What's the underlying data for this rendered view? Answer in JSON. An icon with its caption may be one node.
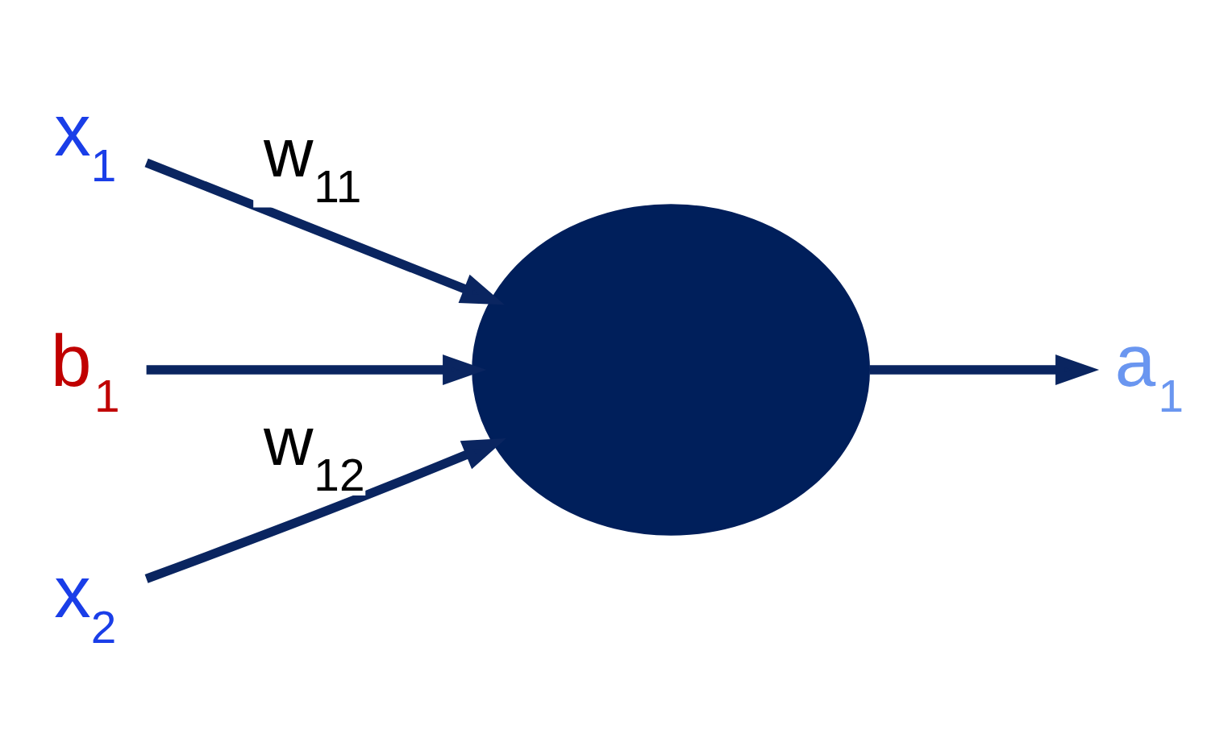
{
  "diagram": {
    "nodes": [
      {
        "text": [
          "x$_{1}$"
        ]
      },
      {
        "text": [
          "b$_{1}$"
        ]
      },
      {
        "text": [],
        "shape": "circle"
      },
      {
        "text": [
          "a$_{1}$"
        ]
      },
      {
        "text": [
          "x$_{2}$"
        ]
      }
    ],
    "edges": [
      {
        "from": 0,
        "to": 2,
        "arrow": "to",
        "label": "w$_{11}$"
      },
      {
        "from": 4,
        "to": 2,
        "arrow": "to",
        "label": "w$_{12}$"
      },
      {
        "from": 1,
        "to": 2,
        "arrow": "to"
      },
      {
        "from": 2,
        "to": 3,
        "arrow": "to"
      }
    ]
  }
}
